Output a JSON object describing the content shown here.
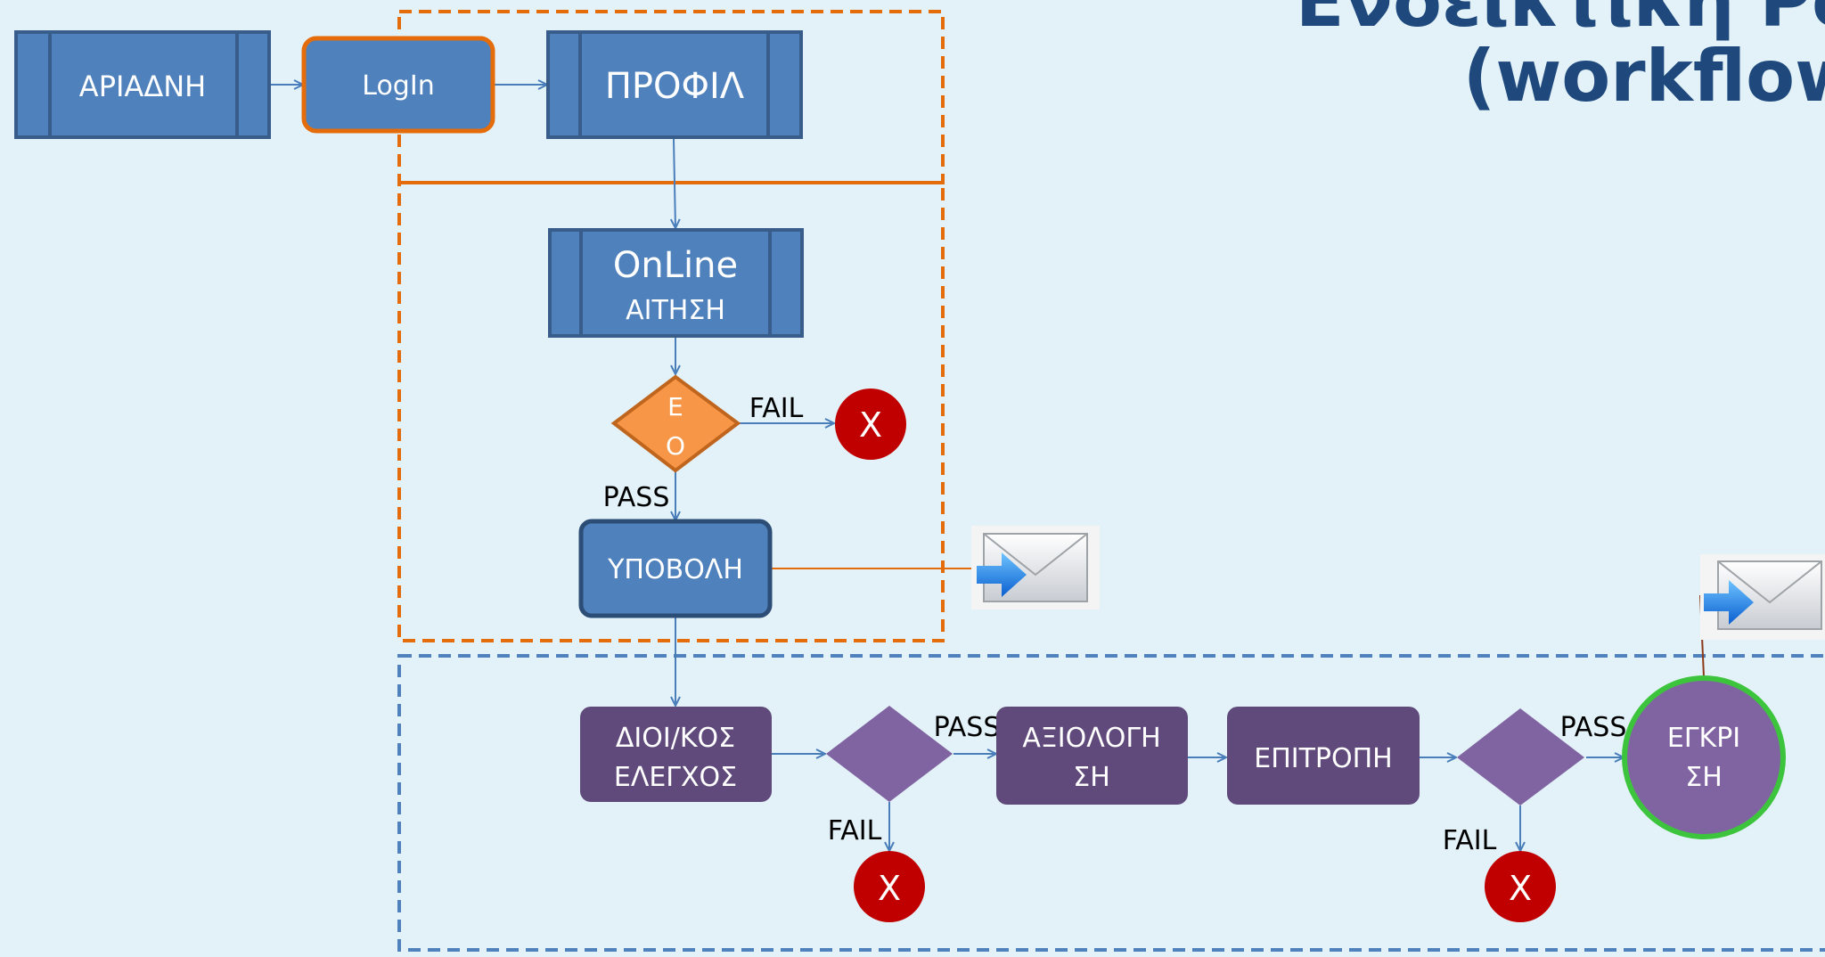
{
  "title": {
    "line1": "Ενδεικτική Ρο",
    "line2": "(workflow"
  },
  "nodes": {
    "ariadni": "ΑΡΙΑΔΝΗ",
    "login": "LogIn",
    "profil": "ΠΡΟΦΙΛ",
    "online_main": "OnLine",
    "online_sub": "ΑΙΤΗΣΗ",
    "eo_line1": "Ε",
    "eo_line2": "Ο",
    "ypovoli": "ΥΠΟΒΟΛΗ",
    "dioikos_line1": "ΔΙΟΙ/ΚΟΣ",
    "dioikos_line2": "ΕΛΕΓΧΟΣ",
    "axiologisi_line1": "ΑΞΙΟΛΟΓΗ",
    "axiologisi_line2": "ΣΗ",
    "epitropi": "ΕΠΙΤΡΟΠΗ",
    "egkrisi_line1": "ΕΓΚΡΙ",
    "egkrisi_line2": "ΣΗ",
    "reject": "X"
  },
  "labels": {
    "fail": "FAIL",
    "pass": "PASS"
  },
  "icons": [
    "email-send-icon",
    "email-send-icon"
  ],
  "colors": {
    "background": "#e3f2f8",
    "process_blue": "#4f81bd",
    "process_border": "#385d8a",
    "purple_box": "#604a7b",
    "purple_diamond": "#8064a2",
    "orange": "#f79646",
    "orange_border": "#e46c0a",
    "reject_red": "#c00000",
    "approve_green": "#3cc43c",
    "title": "#1f497d"
  }
}
